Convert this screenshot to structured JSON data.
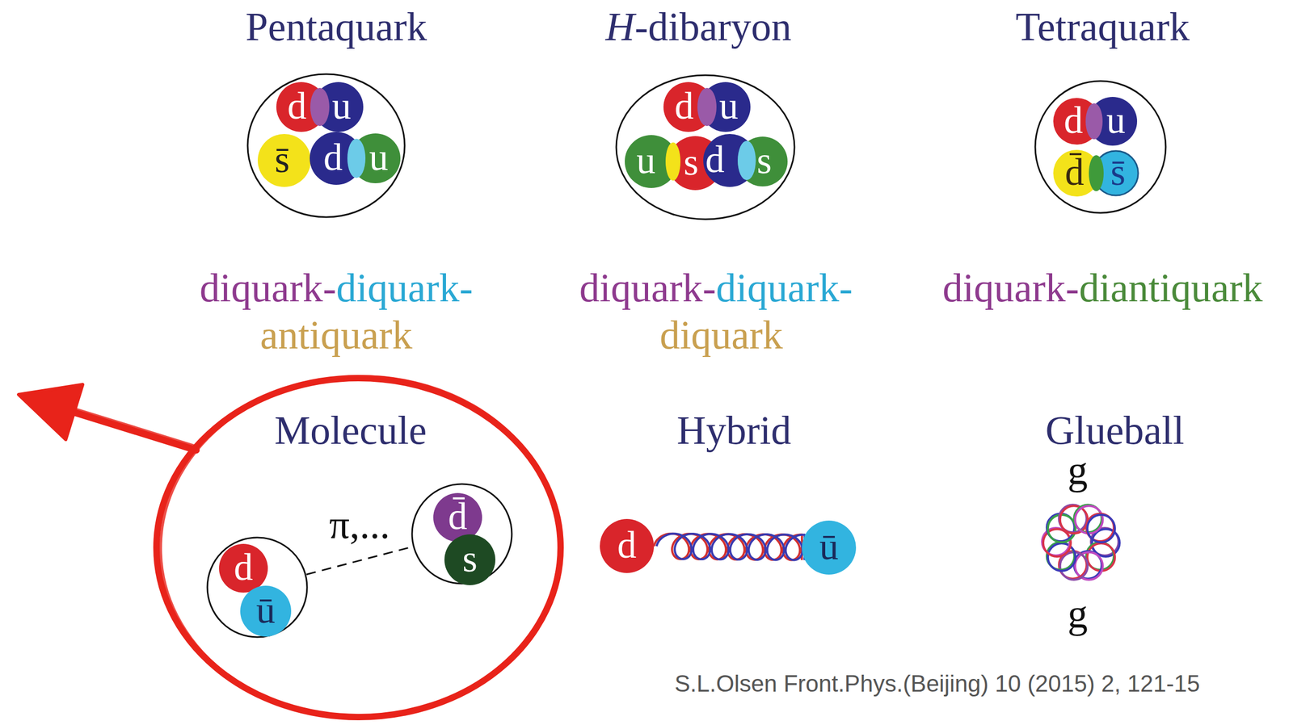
{
  "diagram": {
    "nodes": [
      {
        "text": [
          "Pentaquark"
        ]
      },
      {
        "text": [
          "d"
        ],
        "in": 0
      },
      {
        "text": [
          "u"
        ],
        "in": 0
      },
      {
        "text": [
          "s̄"
        ],
        "in": 0
      },
      {
        "text": [
          "d"
        ],
        "in": 0
      },
      {
        "text": [
          "u"
        ],
        "in": 0
      },
      {
        "text": [
          "H-dibaryon"
        ]
      },
      {
        "text": [
          "d"
        ],
        "in": 6
      },
      {
        "text": [
          "u"
        ],
        "in": 6
      },
      {
        "text": [
          "u"
        ],
        "in": 6
      },
      {
        "text": [
          "s"
        ],
        "in": 6
      },
      {
        "text": [
          "d"
        ],
        "in": 6
      },
      {
        "text": [
          "s"
        ],
        "in": 6
      },
      {
        "text": [
          "Tetraquark"
        ]
      },
      {
        "text": [
          "d"
        ],
        "in": 13
      },
      {
        "text": [
          "u"
        ],
        "in": 13
      },
      {
        "text": [
          "d̄"
        ],
        "in": 13
      },
      {
        "text": [
          "s̄"
        ],
        "in": 13
      },
      {
        "text": [
          "Molecule"
        ]
      },
      {
        "text": [],
        "in": 18
      },
      {
        "text": [
          "d"
        ],
        "in": 19
      },
      {
        "text": [
          "ū"
        ],
        "in": 19
      },
      {
        "text": [],
        "in": 18
      },
      {
        "text": [
          "d̄"
        ],
        "in": 22
      },
      {
        "text": [
          "s"
        ],
        "in": 22
      },
      {
        "text": [
          "d"
        ]
      },
      {
        "text": [
          "ū"
        ]
      }
    ],
    "edges": [
      {
        "from": 19,
        "to": 22,
        "label": "π,...",
        "arrow": "none"
      },
      {
        "from": 25,
        "to": 26,
        "arrow": "none"
      }
    ],
    "labels": [
      "diquark-",
      "diquark-",
      "antiquark",
      "diquark-",
      "diquark-",
      "diquark",
      "diquark-",
      "diantiquark",
      "Hybrid",
      "Glueball",
      "g",
      "g",
      "S.L.Olsen Front.Phys.(Beijing) 10 (2015) 2, 121-15"
    ]
  }
}
